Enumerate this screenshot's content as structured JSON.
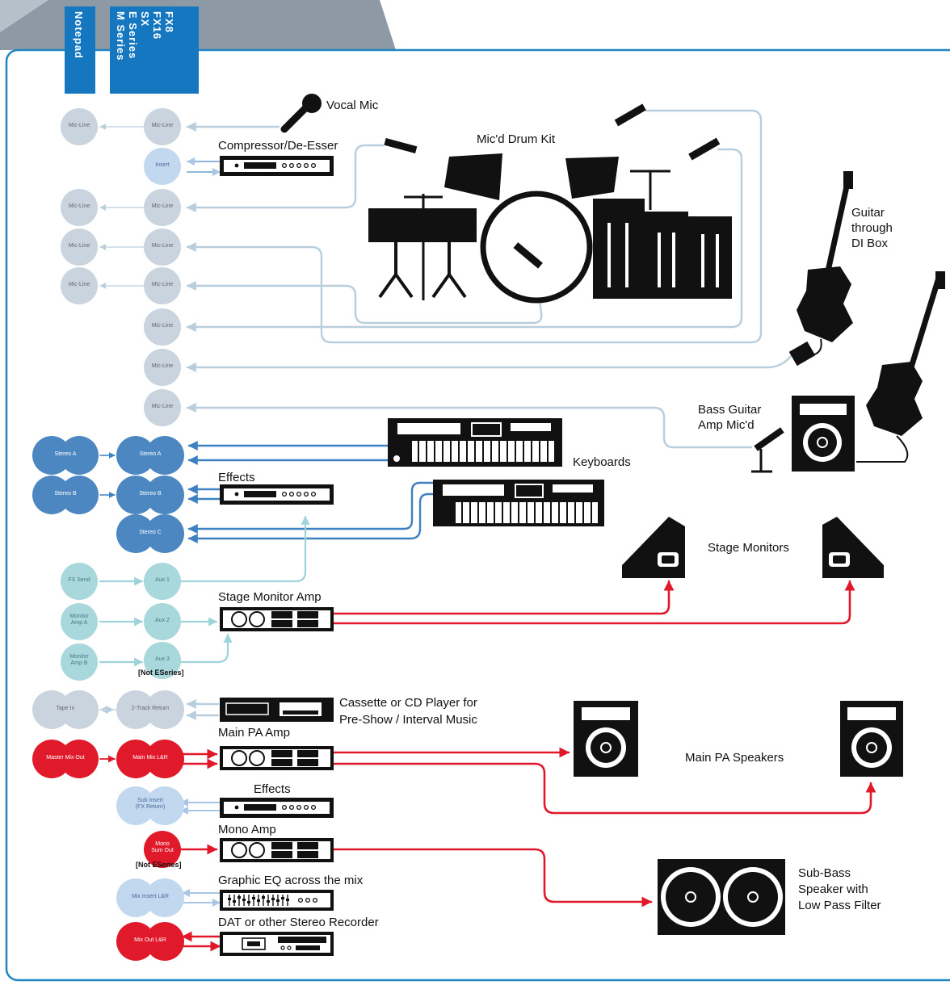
{
  "tabs": {
    "tab1_lines": [
      "Notepad"
    ],
    "tab2_lines": [
      "FX8",
      "FX16",
      "SX",
      "E Series",
      "M Series"
    ]
  },
  "colors": {
    "frame": "#1f86c2",
    "tab": "#1577c0",
    "grey_node": "#c9d4de",
    "blue_node": "#4d87c2",
    "teal_node": "#a9d8dc",
    "pale_node": "#c2d8ef",
    "red_node": "#e11a2b",
    "grey_line": "#b9cedd",
    "blue_line": "#3f80c2",
    "teal_line": "#9fd3db",
    "red_line": "#e0182a"
  },
  "devices": {
    "vocal_mic": "Vocal Mic",
    "compressor": "Compressor/De-Esser",
    "drum_kit": "Mic'd Drum Kit",
    "guitar_di": [
      "Guitar",
      "through",
      "DI Box"
    ],
    "bass_amp": [
      "Bass Guitar",
      "Amp Mic'd"
    ],
    "keyboards": "Keyboards",
    "effects1": "Effects",
    "stage_monitors": "Stage Monitors",
    "stage_monitor_amp": "Stage Monitor Amp",
    "cassette": [
      "Cassette or CD Player for",
      "Pre-Show / Interval Music"
    ],
    "main_pa_amp": "Main PA Amp",
    "main_pa_speakers": "Main PA Speakers",
    "effects2": "Effects",
    "mono_amp": "Mono Amp",
    "graphic_eq": "Graphic EQ across the mix",
    "dat": "DAT or other Stereo Recorder",
    "sub_bass": [
      "Sub-Bass",
      "Speaker with",
      "Low Pass Filter"
    ]
  },
  "nodes": {
    "mic_line": "Mic-Line",
    "insert": "Insert",
    "stereo_a": "Stereo A",
    "stereo_b": "Stereo B",
    "stereo_c": "Stereo C",
    "fx_send": "FX Send",
    "aux1": "Aux 1",
    "monitor_amp_a": [
      "Monitor",
      "Amp A"
    ],
    "aux2": "Aux 2",
    "monitor_amp_b": [
      "Monitor",
      "Amp B"
    ],
    "aux3": "Aux 3",
    "not_e_series_1": "[Not ESeries]",
    "tape_in": "Tape In",
    "stereo_return": "2-Track Return",
    "master_mix_out": "Master Mix Out",
    "main_mix_lr": "Main Mix L&R",
    "sub_insert": [
      "Sub Insert",
      "(FX Return)"
    ],
    "mono_out": [
      "Mono",
      "Sum Out"
    ],
    "not_e_series_2": "[Not ESeries]",
    "mix_insert": "Mix Insert L&R",
    "mix_out": "Mix Out L&R"
  }
}
